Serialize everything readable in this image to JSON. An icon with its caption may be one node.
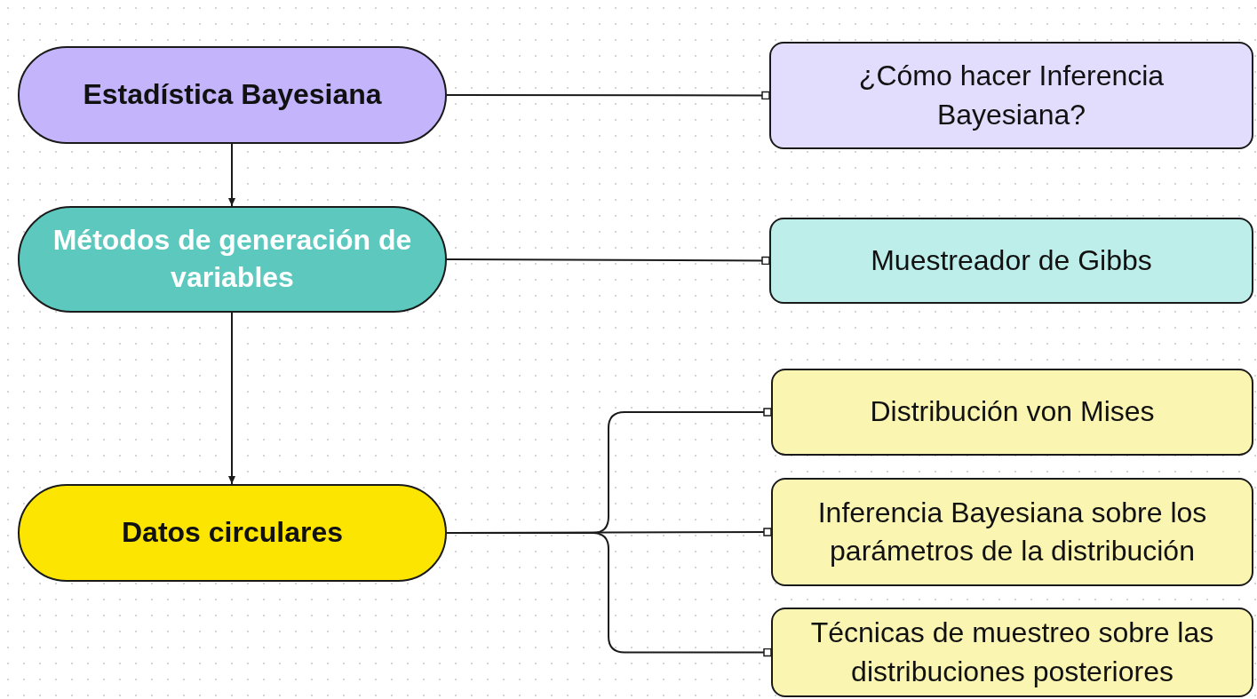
{
  "diagram": {
    "nodes": [
      {
        "text": [
          "Estadística Bayesiana"
        ]
      },
      {
        "text": [
          "¿Cómo hacer Inferencia Bayesiana?"
        ]
      },
      {
        "text": [
          "Métodos de generación de variables"
        ]
      },
      {
        "text": [
          "Muestreador de Gibbs"
        ]
      },
      {
        "text": [
          "Datos circulares"
        ]
      },
      {
        "text": [
          "Distribución von Mises"
        ]
      },
      {
        "text": [
          "Inferencia Bayesiana sobre los parámetros de la distribución"
        ]
      },
      {
        "text": [
          "Técnicas de muestreo sobre las distribuciones posteriores"
        ]
      }
    ],
    "edges": [
      {
        "from": 0,
        "to": 1,
        "arrow": "other"
      },
      {
        "from": 0,
        "to": 2,
        "arrow": "to"
      },
      {
        "from": 2,
        "to": 3,
        "arrow": "other"
      },
      {
        "from": 2,
        "to": 4,
        "arrow": "to"
      },
      {
        "from": 4,
        "to": 5,
        "arrow": "other"
      },
      {
        "from": 4,
        "to": 6,
        "arrow": "other"
      },
      {
        "from": 4,
        "to": 7,
        "arrow": "other"
      }
    ]
  }
}
